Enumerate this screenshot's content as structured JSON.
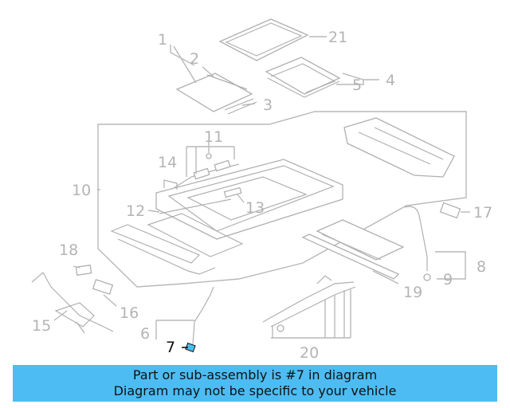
{
  "callouts": {
    "c1": "1",
    "c2": "2",
    "c3": "3",
    "c4": "4",
    "c5": "5",
    "c6": "6",
    "c7": "7",
    "c8": "8",
    "c9": "9",
    "c10": "10",
    "c11": "11",
    "c12": "12",
    "c13": "13",
    "c14": "14",
    "c15": "15",
    "c16": "16",
    "c17": "17",
    "c18": "18",
    "c19": "19",
    "c20": "20",
    "c21": "21"
  },
  "highlighted_callout": "7",
  "highlight_color": "#4dbcf2",
  "banner": {
    "line1": "Part or sub-assembly is #7 in diagram",
    "line2": "Diagram may not be specific to your vehicle",
    "background": "#4dbcf2"
  }
}
